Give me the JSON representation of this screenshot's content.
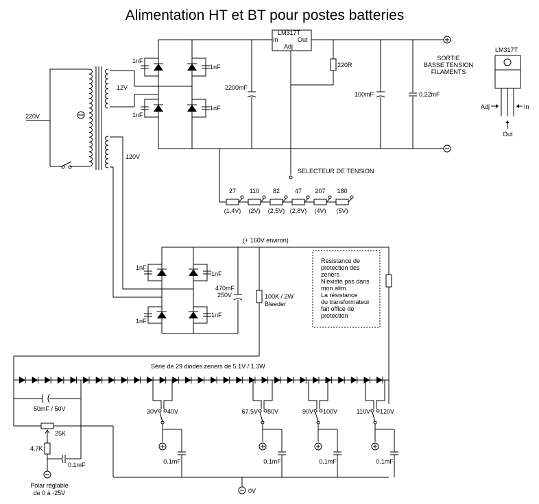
{
  "title": "Alimentation HT et BT pour postes batteries",
  "regulator": {
    "name": "LM317T",
    "in": "In",
    "out": "Out",
    "adj": "Adj"
  },
  "pinout": {
    "name": "LM317T",
    "adj": "Adj",
    "in": "In",
    "out": "Out"
  },
  "transformer": {
    "mains": "220V",
    "sec_low": "12V",
    "sec_high": "120V"
  },
  "lv": {
    "cap_1nf": "1nF",
    "cap_filter": "2200mF",
    "r_prog": "220R",
    "cap_out1": "100mF",
    "cap_out2": "0.22mF",
    "output_label": [
      "SORTIE",
      "BASSE TENSION",
      "FILAMENTS"
    ],
    "plus": "+",
    "minus": "−"
  },
  "selector": {
    "label": "SELECTEUR DE TENSION",
    "resistors": [
      "27",
      "110",
      "82",
      "47",
      "207",
      "180"
    ],
    "voltages": [
      "(1,4V)",
      "(2V)",
      "(2,5V)",
      "(2,8V)",
      "(4V)",
      "(5V)"
    ]
  },
  "hv": {
    "rail_label": "(+ 160V environ)",
    "cap_1nf": "1nF",
    "cap_filter": [
      "470mF",
      "250V"
    ],
    "bleeder": [
      "100K / 2W",
      "Bleeder"
    ],
    "note": [
      "Resistance de",
      "protection des",
      "zeners",
      "N'existe pas dans",
      "mon alim.",
      "La résistance",
      "du transformateur",
      "fait office de",
      "protection"
    ],
    "zener_label": "Série de 29 diodes zeners de 5.1V  /  1.3W",
    "taps": [
      {
        "low": "30V",
        "high": "40V",
        "cap": "0.1mF"
      },
      {
        "low": "67.5V",
        "high": "80V",
        "cap": "0.1mF"
      },
      {
        "low": "90V",
        "high": "100V",
        "cap": "0.1mF"
      },
      {
        "low": "110V",
        "high": "120V",
        "cap": "0.1mF"
      }
    ]
  },
  "bias": {
    "cap": "50mF / 50V",
    "pot": "25K",
    "r": "4.7K",
    "cap2": "0.1mF",
    "label": [
      "Polar réglable",
      "de 0 à -25V"
    ],
    "ground": "0V"
  }
}
